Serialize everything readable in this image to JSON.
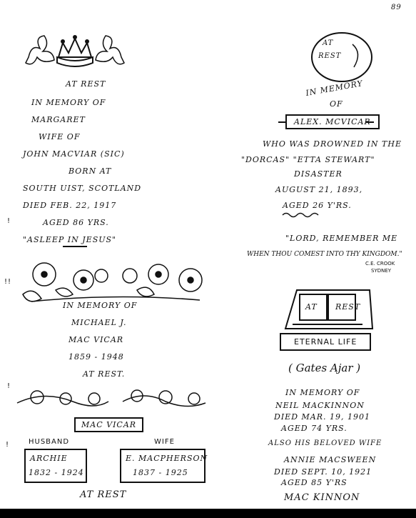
{
  "page_number": "89",
  "left": {
    "crown_epitaph": {
      "at_rest": "AT REST",
      "in_memory_of": "IN MEMORY OF",
      "name": "MARGARET",
      "wife_of": "WIFE OF",
      "husband": "JOHN MACVIAR (SIC)",
      "born_at": "BORN AT",
      "birthplace": "SOUTH UIST, SCOTLAND",
      "died": "DIED FEB. 22, 1917",
      "aged": "AGED 86 YRS.",
      "verse": "\"ASLEEP IN JESUS\""
    },
    "flower_epitaph": {
      "line1": "IN MEMORY OF",
      "line2": "MICHAEL J.",
      "line3": "MAC VICAR",
      "dates": "1859 - 1948",
      "at_rest": "AT REST."
    },
    "family_stone": {
      "surname": "MAC VICAR",
      "husband_label": "HUSBAND",
      "wife_label": "WIFE",
      "husband_name": "ARCHIE",
      "husband_dates": "1832 - 1924",
      "wife_name": "E. MACPHERSON",
      "wife_dates": "1837 - 1925",
      "at_rest": "AT REST"
    }
  },
  "right": {
    "drowning_epitaph": {
      "circle_text_1": "AT",
      "circle_text_2": "REST",
      "in_memory": "IN MEMORY",
      "of": "OF",
      "name": "ALEX. MCVICAR",
      "line1": "WHO WAS DROWNED IN THE",
      "line2": "\"DORCAS\" \"ETTA STEWART\"",
      "line3": "DISASTER",
      "date": "AUGUST 21, 1893,",
      "aged": "AGED 26 Y'RS.",
      "verse1": "\"LORD, REMEMBER ME",
      "verse2": "WHEN THOU COMEST INTO THY KINGDOM.\"",
      "maker1": "C.E. CROOK",
      "maker2": "SYDNEY"
    },
    "book_epitaph": {
      "page_left": "AT",
      "page_right": "REST",
      "banner": "ETERNAL LIFE",
      "script": "( Gates Ajar )",
      "in_memory": "IN MEMORY OF",
      "name": "NEIL MACKINNON",
      "died": "DIED MAR. 19, 1901",
      "aged": "AGED 74 YRS.",
      "also": "ALSO HIS BELOVED WIFE",
      "wife": "ANNIE MACSWEEN",
      "wife_died": "DIED SEPT. 10, 1921",
      "wife_aged": "AGED 85 Y'RS",
      "surname": "MAC KINNON"
    }
  },
  "margin_marks": [
    "!",
    "!!",
    "!",
    "!"
  ]
}
